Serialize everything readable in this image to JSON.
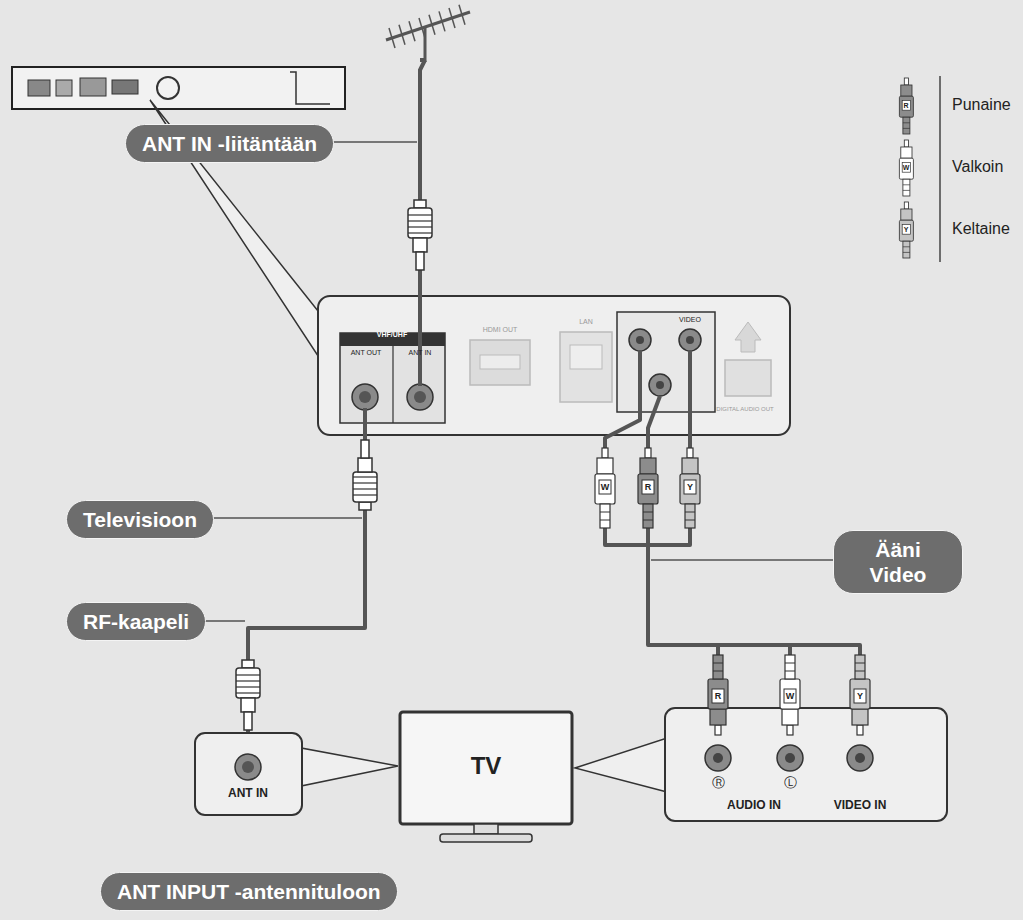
{
  "diagram": {
    "nodes": [
      {
        "text": [
          "ANT IN -liitäntään"
        ]
      },
      {
        "text": [
          "VHF/UHF",
          "ANT OUT",
          "ANT IN",
          "HDMI OUT",
          "LAN",
          "VIDEO",
          "DIGITAL AUDIO OUT"
        ]
      },
      {
        "text": [
          "Televisioon"
        ]
      },
      {
        "text": [
          "Ääni Video"
        ]
      },
      {
        "text": [
          "RF-kaapeli"
        ]
      },
      {
        "text": [
          "ANT IN"
        ]
      },
      {
        "text": [
          "TV"
        ]
      },
      {
        "text": [
          "Ⓡ",
          "Ⓛ",
          "AUDIO IN",
          "VIDEO IN"
        ]
      },
      {
        "text": [
          "ANT INPUT -antennituloon"
        ]
      }
    ],
    "edges": [
      {
        "from": 1,
        "to": 5,
        "arrow": "none"
      },
      {
        "from": 1,
        "to": 7,
        "arrow": "none"
      }
    ],
    "labels": [
      "R",
      "W",
      "Y",
      "W",
      "R",
      "Y",
      "R",
      "W",
      "Y"
    ],
    "legend": [
      {
        "text": "Punaine"
      },
      {
        "text": "Valkoin"
      },
      {
        "text": "Keltaine"
      }
    ]
  }
}
